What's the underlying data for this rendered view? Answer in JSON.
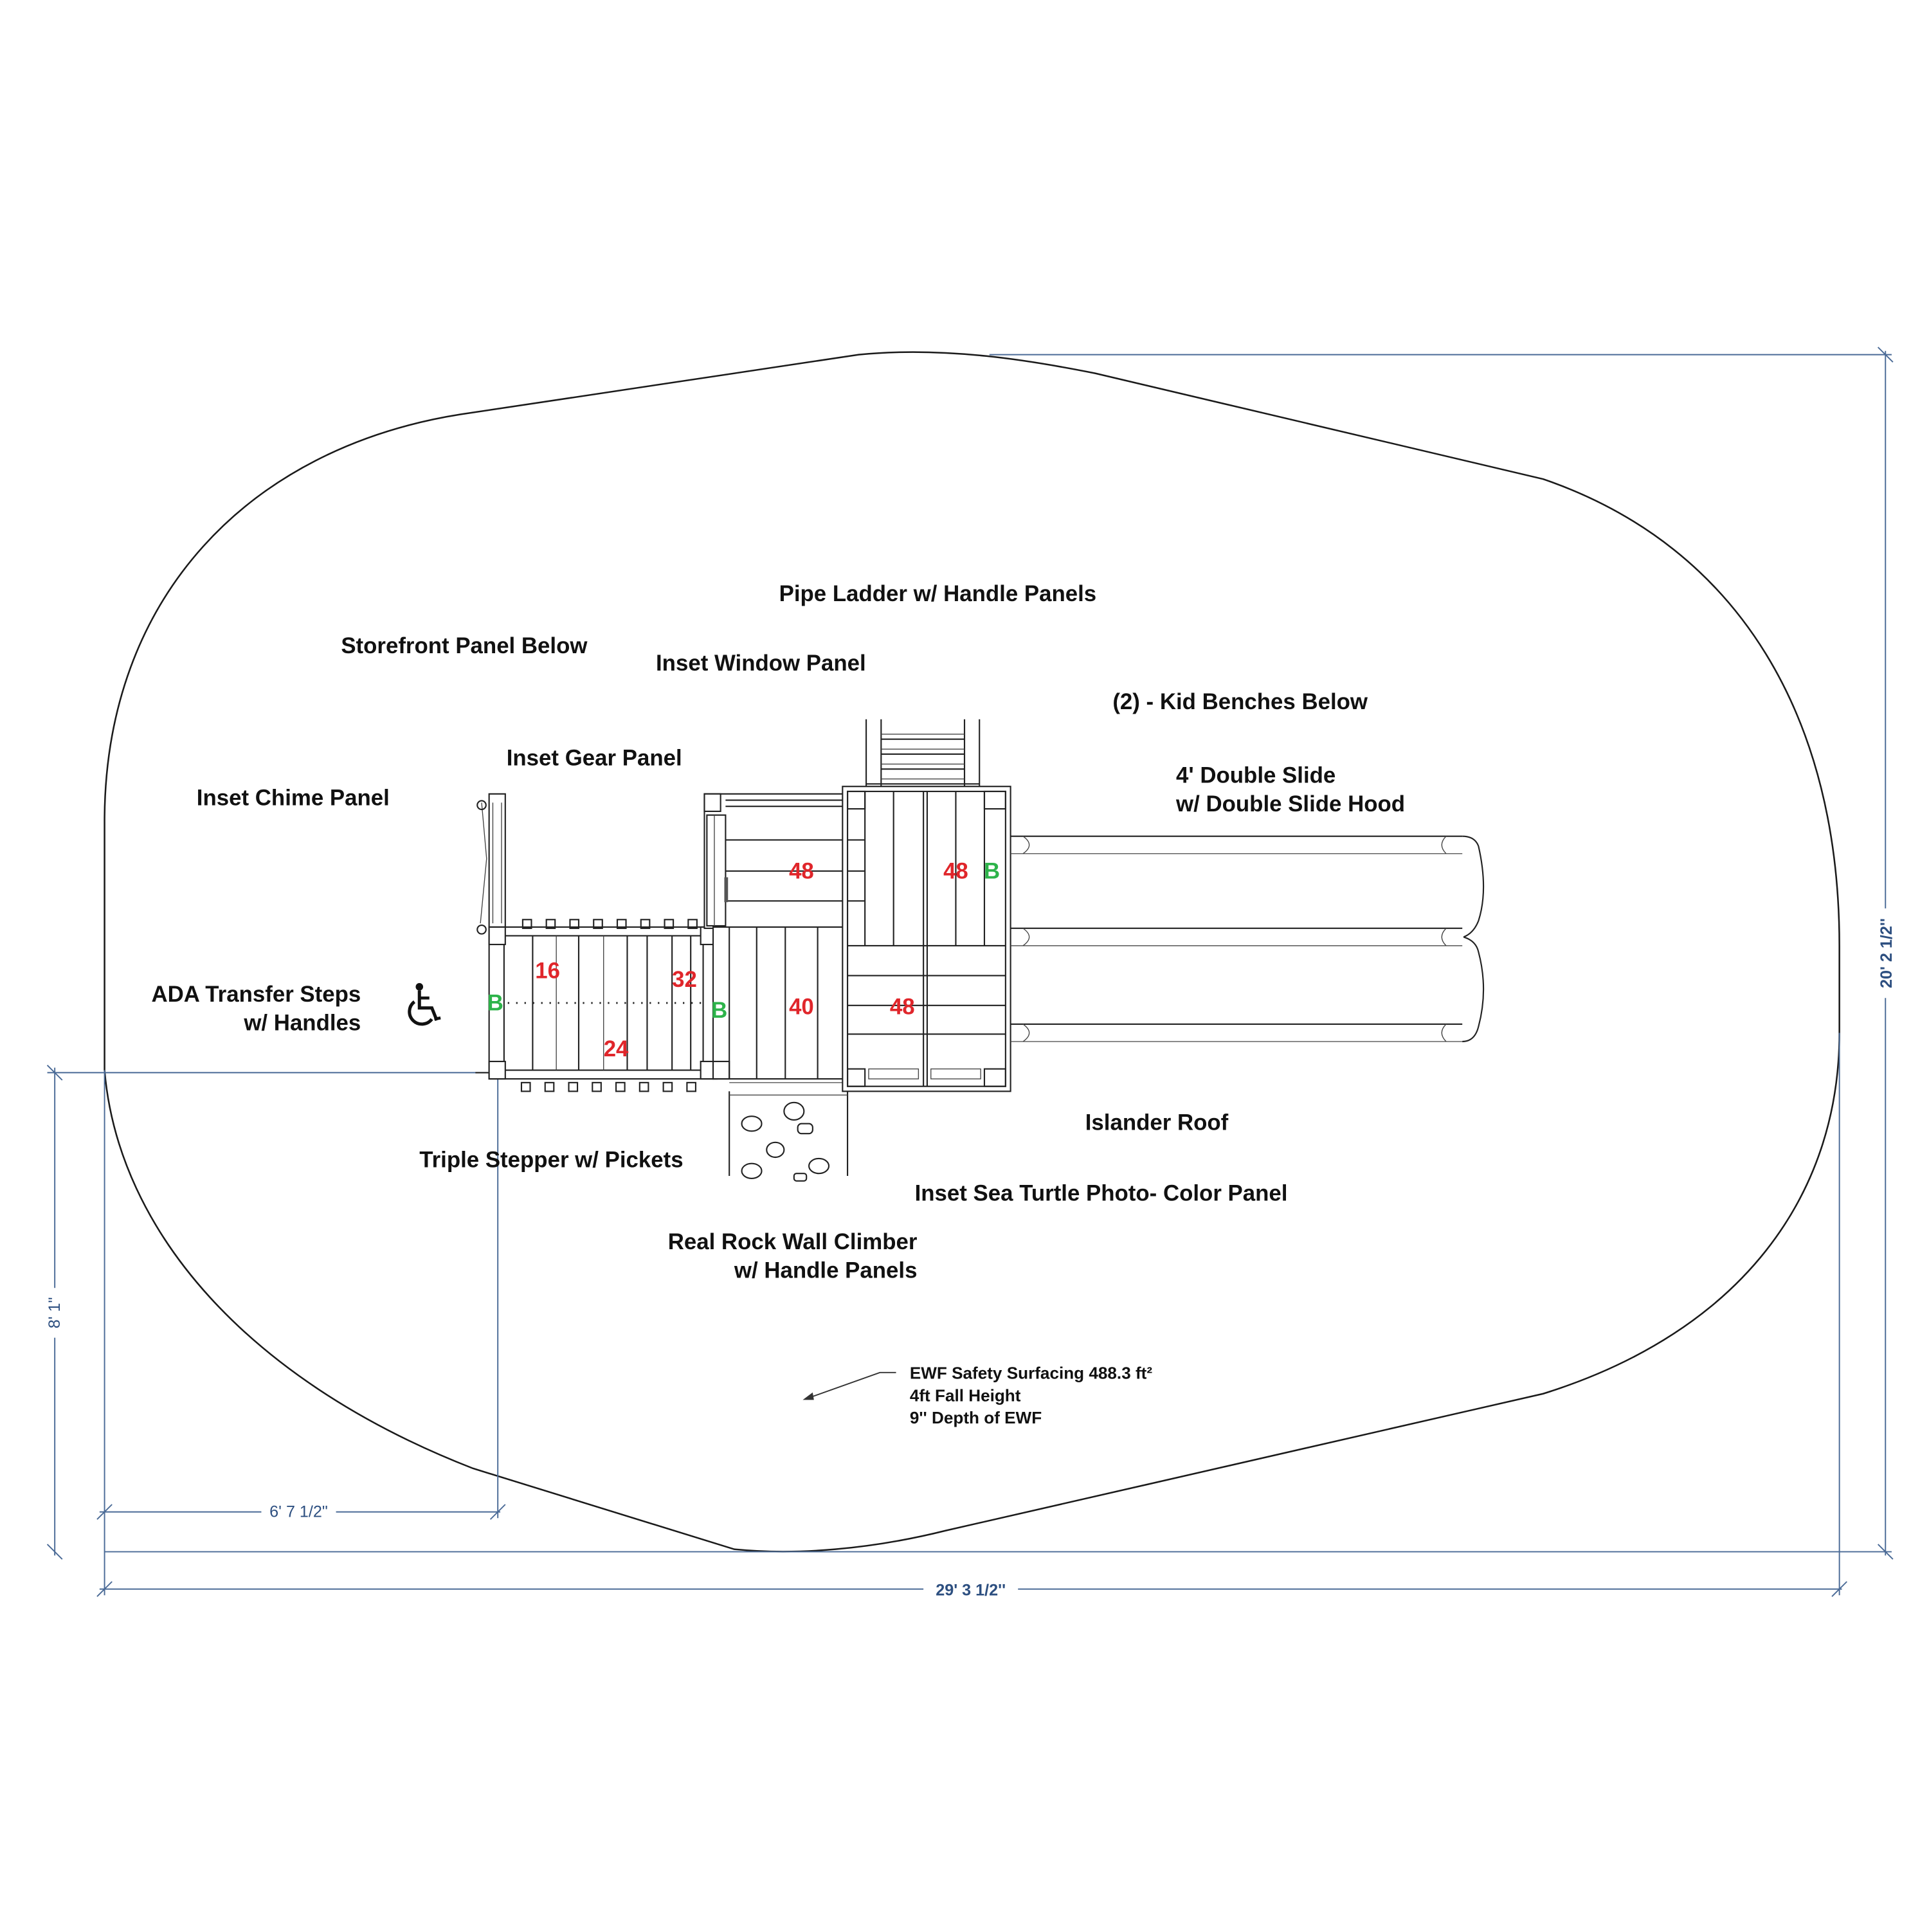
{
  "diagram": {
    "type": "playground site plan",
    "colors": {
      "label_text": "#111111",
      "deck_height_numbers": "#e0262b",
      "b_markers": "#2db34a",
      "dimension_lines": "#2d4f80"
    },
    "labels": {
      "pipe_ladder": "Pipe Ladder w/ Handle Panels",
      "storefront_panel": "Storefront Panel Below",
      "inset_window_panel": "Inset Window Panel",
      "kid_benches": "(2) - Kid Benches Below",
      "inset_gear_panel": "Inset Gear Panel",
      "double_slide_line1": "4' Double Slide",
      "double_slide_line2": "w/ Double Slide Hood",
      "inset_chime_panel": "Inset Chime Panel",
      "ada_steps_line1": "ADA Transfer Steps",
      "ada_steps_line2": "w/ Handles",
      "islander_roof": "Islander Roof",
      "triple_stepper": "Triple Stepper w/ Pickets",
      "sea_turtle_panel": "Inset Sea Turtle Photo- Color Panel",
      "rock_wall_line1": "Real Rock Wall Climber",
      "rock_wall_line2": "w/ Handle Panels"
    },
    "surfacing_note": {
      "line1": "EWF Safety Surfacing 488.3 ft²",
      "line2": "4ft Fall Height",
      "line3": "9'' Depth of EWF"
    },
    "deck_heights": [
      {
        "id": "ada-step-1",
        "value": "16"
      },
      {
        "id": "ada-step-2",
        "value": "24"
      },
      {
        "id": "ada-step-3",
        "value": "32"
      },
      {
        "id": "lower-deck",
        "value": "40"
      },
      {
        "id": "upper-left-deck",
        "value": "48"
      },
      {
        "id": "tower-deck-upper",
        "value": "48"
      },
      {
        "id": "tower-deck-lower",
        "value": "48"
      }
    ],
    "b_markers": [
      {
        "id": "b-ada-left",
        "value": "B"
      },
      {
        "id": "b-ada-right",
        "value": "B"
      },
      {
        "id": "b-tower",
        "value": "B"
      }
    ],
    "dimensions": {
      "overall_width": "29' 3 1/2''",
      "overall_height": "20' 2 1/2''",
      "left_offset_width": "6' 7 1/2\"",
      "left_offset_height": "8' 1\""
    },
    "icons": {
      "accessibility": "wheelchair-icon",
      "leader_arrow": "arrow-icon"
    }
  }
}
